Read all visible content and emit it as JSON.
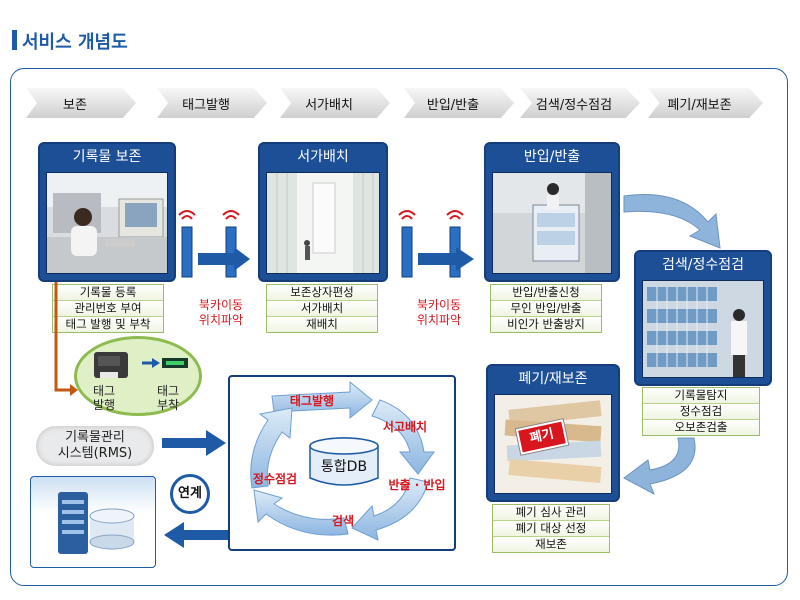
{
  "title": "서비스 개념도",
  "process_steps": [
    "보존",
    "태그발행",
    "서가배치",
    "반입/반출",
    "검색/정수점검",
    "폐기/재보존"
  ],
  "cards": {
    "preservation": {
      "title": "기록물 보존",
      "items": [
        "기록물 등록",
        "관리번호 부여",
        "태그 발행 및 부착"
      ]
    },
    "shelving": {
      "title": "서가배치",
      "items": [
        "보존상자편성",
        "서가배치",
        "재배치"
      ]
    },
    "inout": {
      "title": "반입/반출",
      "items": [
        "반입/반출신청",
        "무인 반입/반출",
        "비인가 반출방지"
      ]
    },
    "search": {
      "title": "검색/정수점검",
      "items": [
        "기록물탐지",
        "정수점검",
        "오보존검출"
      ]
    },
    "disposal": {
      "title": "폐기/재보존",
      "items": [
        "폐기 심사 관리",
        "폐기 대상 선정",
        "재보존"
      ],
      "stamp": "폐기"
    }
  },
  "book_moves": [
    {
      "line1": "북카이동",
      "line2": "위치파악"
    },
    {
      "line1": "북카이동",
      "line2": "위치파악"
    }
  ],
  "tag": {
    "issue": "태그\n발행",
    "attach": "태그\n부착"
  },
  "rms": {
    "label": "기록물관리\n시스템(RMS)",
    "link": "연계"
  },
  "cycle": {
    "center": "통합DB",
    "segments": [
      "태그발행",
      "서고배치",
      "반출 · 반입",
      "검색",
      "정수점검"
    ]
  },
  "colors": {
    "primary": "#1f5aa6",
    "card": "#1c4f96",
    "red": "#d8161e",
    "green": "#9bbd6a"
  }
}
